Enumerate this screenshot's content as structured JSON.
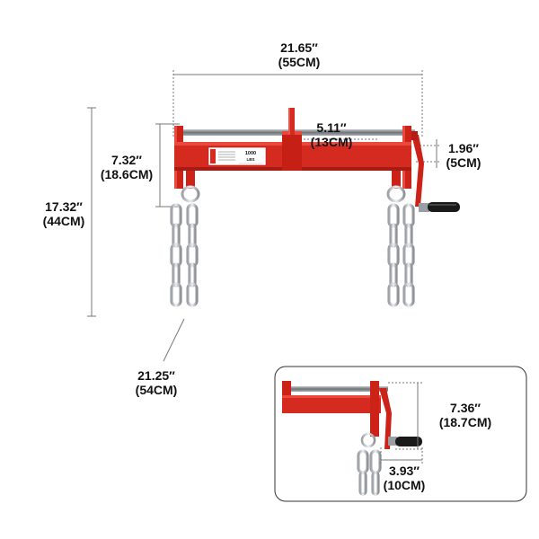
{
  "product": {
    "label_main": "1000",
    "label_unit": "LBS"
  },
  "dimensions": {
    "overall_width": {
      "inches": "21.65″",
      "cm": "(55CM)"
    },
    "overall_height": {
      "inches": "17.32″",
      "cm": "(44CM)"
    },
    "frame_height": {
      "inches": "7.32″",
      "cm": "(18.6CM)"
    },
    "slider_width": {
      "inches": "5.11″",
      "cm": "(13CM)"
    },
    "crank_offset": {
      "inches": "1.96″",
      "cm": "(5CM)"
    },
    "chain_length": {
      "inches": "21.25″",
      "cm": "(54CM)"
    },
    "inset_height": {
      "inches": "7.36″",
      "cm": "(18.7CM)"
    },
    "inset_handle": {
      "inches": "3.93″",
      "cm": "(10CM)"
    }
  },
  "colors": {
    "frame_red": "#d42a20",
    "frame_dark": "#a81a14",
    "rod_gray": "#8a8f94",
    "chain_silver": "#c9ccd0",
    "handle_black": "#1a1a1a",
    "dim_line": "#666666"
  }
}
